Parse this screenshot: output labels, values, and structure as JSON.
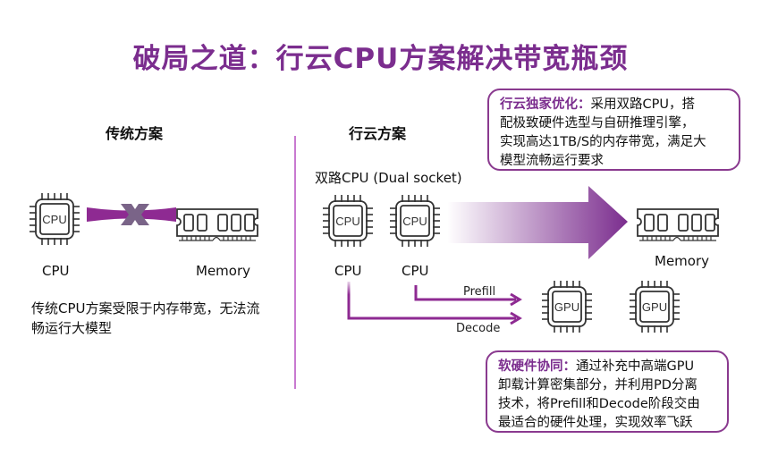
{
  "title": "破局之道：行云CPU方案解决带宽瓶颈",
  "colors": {
    "accent": "#7b2d8e",
    "divider": "#c879d0",
    "cross": "#7a6488",
    "icon_stroke": "#333333"
  },
  "traditional": {
    "heading": "传统方案",
    "cpu_chip_text": "CPU",
    "cpu_label": "CPU",
    "memory_label": "Memory",
    "blocked_icon": "x-cross-icon",
    "description_line1": "传统CPU方案受限于内存带宽，无法流",
    "description_line2": "畅运行大模型"
  },
  "xingyun": {
    "heading": "行云方案",
    "dual_socket_label": "双路CPU (Dual socket)",
    "cpus": [
      {
        "chip_text": "CPU",
        "label": "CPU"
      },
      {
        "chip_text": "CPU",
        "label": "CPU"
      }
    ],
    "memory_label": "Memory",
    "gpus": [
      {
        "chip_text": "GPU"
      },
      {
        "chip_text": "GPU"
      }
    ],
    "prefill_label": "Prefill",
    "decode_label": "Decode"
  },
  "callouts": {
    "top": {
      "highlight": "行云独家优化：",
      "lines": [
        "采用双路CPU，搭",
        "配极致硬件选型与自研推理引擎，",
        "实现高达1TB/S的内存带宽，满足大",
        "模型流畅运行要求"
      ]
    },
    "bottom": {
      "highlight": "软硬件协同：",
      "lines": [
        "通过补充中高端GPU",
        "卸载计算密集部分，并利用PD分离",
        "技术，将Prefill和Decode阶段交由",
        "最适合的硬件处理，实现效率飞跃"
      ]
    }
  }
}
